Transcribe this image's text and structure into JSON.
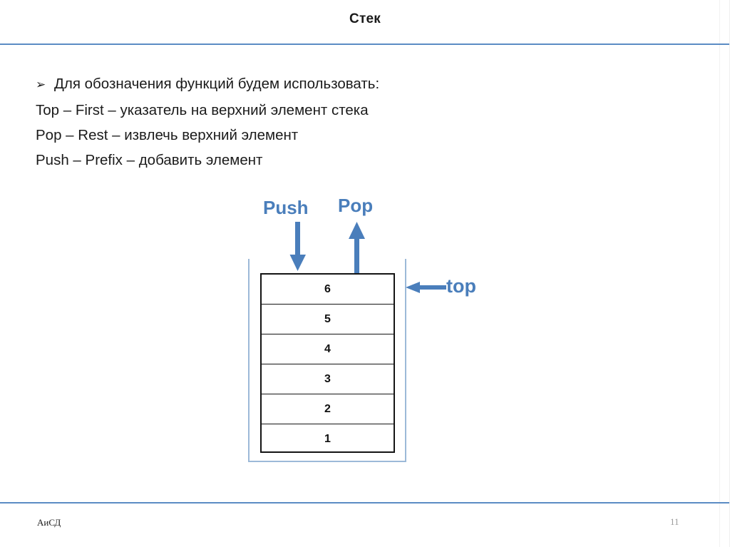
{
  "slide": {
    "title": "Стек",
    "accent_color": "#4a7ebb",
    "rule_color": "#5b8cc4"
  },
  "body": {
    "bullet_glyph": "➢",
    "lines": [
      "Для обозначения функций будем использовать:",
      "Top – First – указатель на верхний элемент стека",
      "Pop – Rest – извлечь верхний элемент",
      "Push – Prefix – добавить элемент"
    ]
  },
  "diagram": {
    "push_label": "Push",
    "pop_label": "Pop",
    "top_label": "top",
    "stack_cells": [
      "6",
      "5",
      "4",
      "3",
      "2",
      "1"
    ]
  },
  "footer": {
    "left_text": "АиСД",
    "page_number": "11"
  }
}
